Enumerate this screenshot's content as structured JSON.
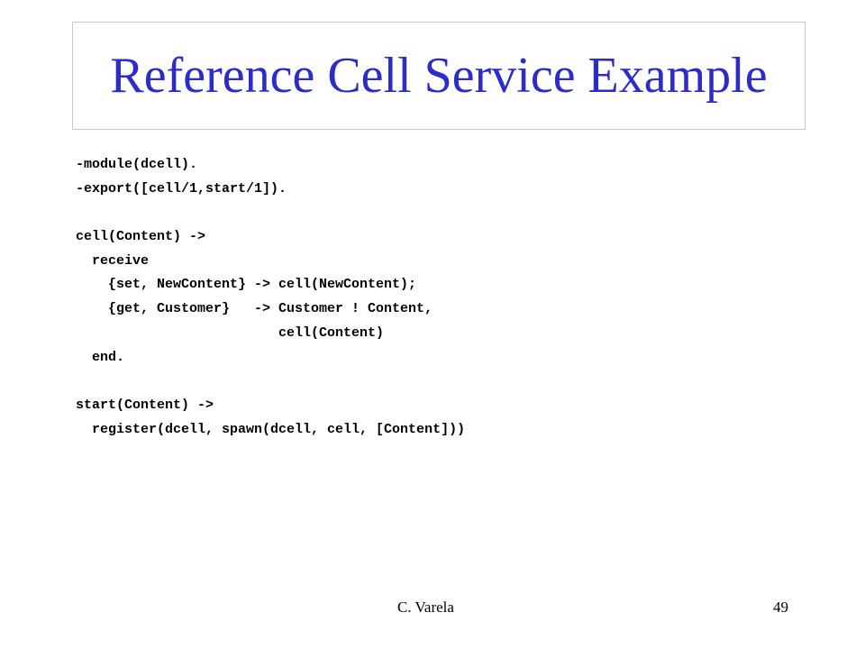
{
  "slide": {
    "title": "Reference Cell Service Example",
    "code_lines": [
      "-module(dcell).",
      "-export([cell/1,start/1]).",
      "",
      "cell(Content) ->",
      "  receive",
      "    {set, NewContent} -> cell(NewContent);",
      "    {get, Customer}   -> Customer ! Content,",
      "                         cell(Content)",
      "  end.",
      "",
      "start(Content) ->",
      "  register(dcell, spawn(dcell, cell, [Content]))"
    ],
    "footer": {
      "author": "C. Varela",
      "page_number": "49"
    }
  },
  "colors": {
    "title": "#2c2cc8",
    "text": "#000000",
    "title_border": "#c8c8c8"
  }
}
